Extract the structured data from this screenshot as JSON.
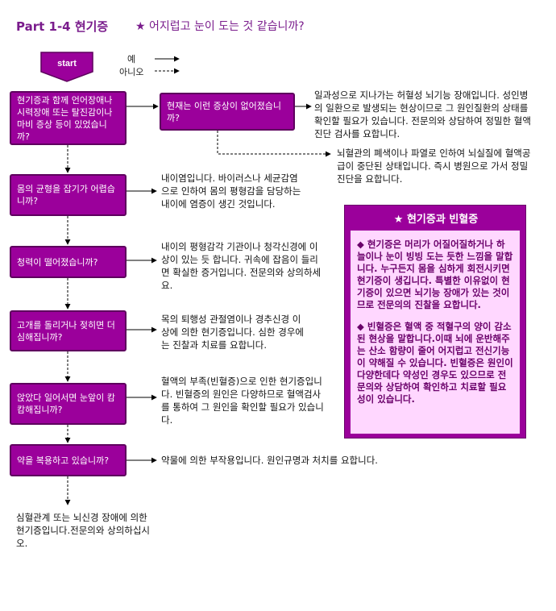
{
  "header": {
    "part": "Part 1-4 현기증",
    "question": "★ 어지럽고 눈이 도는 것 같습니까?"
  },
  "start_label": "start",
  "legend": {
    "yes": "예",
    "no": "아니오"
  },
  "questions": [
    "현기증과 함께 언어장애나 시력장애 또는 탈진감이나 마비 증상 등이 있었습니까?",
    "현재는 이런 증상이 없어졌습니까?",
    "몸의 균형을 잡기가 어렵습니까?",
    "청력이 떨어졌습니까?",
    "고개를 돌리거나 젖히면 더 심해집니까?",
    "앉았다 일어서면 눈앞이 캄캄해집니까?",
    "약을 복용하고 있습니까?"
  ],
  "answers": [
    "일과성으로 지나가는 허혈성 뇌기능 장애입니다. 성인병의 일환으로 발생되는 현상이므로 그 원인질환의 상태를 확인할 필요가 있습니다. 전문의와 상담하여 정밀한 혈액진단 검사를 요합니다.",
    "뇌혈관의 폐색이나 파열로 인하여 뇌실질에 혈액공급이 중단된 상태입니다. 즉시 병원으로 가서 정밀진단을 요합니다.",
    "내이염입니다. 바이러스나 세균감염으로 인하여 몸의 평형감을 담당하는 내이에 염증이 생긴 것입니다.",
    "내이의 평형감각 기관이나 청각신경에 이상이 있는 듯 합니다. 귀속에 잡음이 들리면 확실한 증거입니다. 전문의와 상의하세요.",
    "목의 퇴행성 관절염이나 경추신경 이상에 의한 현기증입니다. 심한 경우에는 진찰과 치료를 요합니다.",
    "혈액의 부족(빈혈증)으로 인한 현기증입니다. 빈혈증의 원인은 다양하므로 혈액검사를 통하여 그 원인을 확인할 필요가 있습니다.",
    "약물에 의한 부작용입니다. 원인규명과 처치를 요합니다.",
    "심혈관계 또는 뇌신경 장애에 의한 현기증입니다.전문의와 상의하십시오."
  ],
  "sidebar": {
    "title": "★ 현기증과 빈혈증",
    "p1": "◆ 현기증은 머리가 어질어질하거나 하늘이나 눈이 빙빙 도는 듯한 느낌을 말합니다. 누구든지 몸을 심하게 회전시키면 현기증이 생깁니다. 특별한 이유없이 현기증이 있으면 뇌기능 장애가 있는 것이므로 전문의의 진찰을 요합니다.",
    "p2": "◆ 빈혈증은 혈액 중 적혈구의 양이 감소된 현상을 말합니다.이때 뇌에 운반해주는 산소 함량이 줄어 어지럽고 전신기능이 약해질 수 있습니다. 빈혈증은 원인이 다양한데다 약성인 경우도 있으므로 전문의와 상담하여 확인하고 치료할 필요성이 있습니다."
  },
  "colors": {
    "primary": "#9b009b",
    "dark": "#5e005e",
    "panel": "#ffd7ff",
    "title": "#7a1c8c"
  }
}
